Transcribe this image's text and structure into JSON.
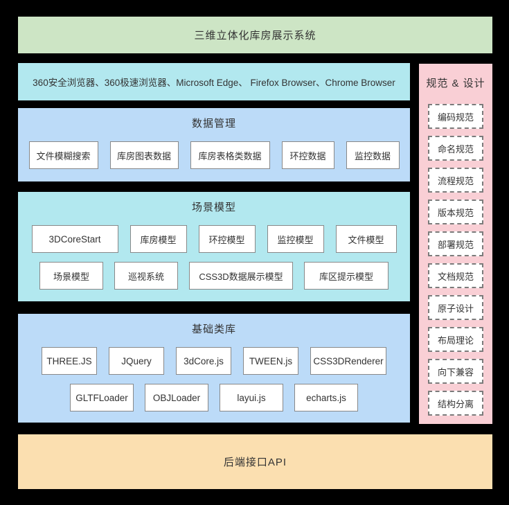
{
  "page": {
    "title": "三维立体化库房展示系统"
  },
  "browser_bar": {
    "text": "360安全浏览器、360极速浏览器、Microsoft Edge、 Firefox Browser、Chrome Browser"
  },
  "sections": {
    "data": {
      "title": "数据管理",
      "items": [
        "文件模糊搜索",
        "库房图表数据",
        "库房表格类数据",
        "环控数据",
        "监控数据"
      ]
    },
    "scene": {
      "title": "场景模型",
      "row1": [
        "3DCoreStart",
        "库房模型",
        "环控模型",
        "监控模型",
        "文件模型"
      ],
      "row2": [
        "场景模型",
        "巡视系统",
        "CSS3D数据展示模型",
        "库区提示模型"
      ]
    },
    "base": {
      "title": "基础类库",
      "row1": [
        "THREE.JS",
        "JQuery",
        "3dCore.js",
        "TWEEN.js",
        "CSS3DRenderer"
      ],
      "row2": [
        "GLTFLoader",
        "OBJLoader",
        "layui.js",
        "echarts.js"
      ]
    }
  },
  "spec_panel": {
    "title": "规范 & 设计",
    "items": [
      "编码规范",
      "命名规范",
      "流程规范",
      "版本规范",
      "部署规范",
      "文档规范",
      "原子设计",
      "布局理论",
      "向下兼容",
      "结构分离"
    ]
  },
  "api_bar": {
    "text": "后端接口API"
  },
  "colors": {
    "background": "#000000",
    "title_band": "#cde5c5",
    "cyan_band": "#b2e8ef",
    "blue_band": "#bcdbf8",
    "spec_panel": "#f9cfd5",
    "api_band": "#fbdfb0",
    "box_border": "#888888",
    "text": "#333333"
  }
}
